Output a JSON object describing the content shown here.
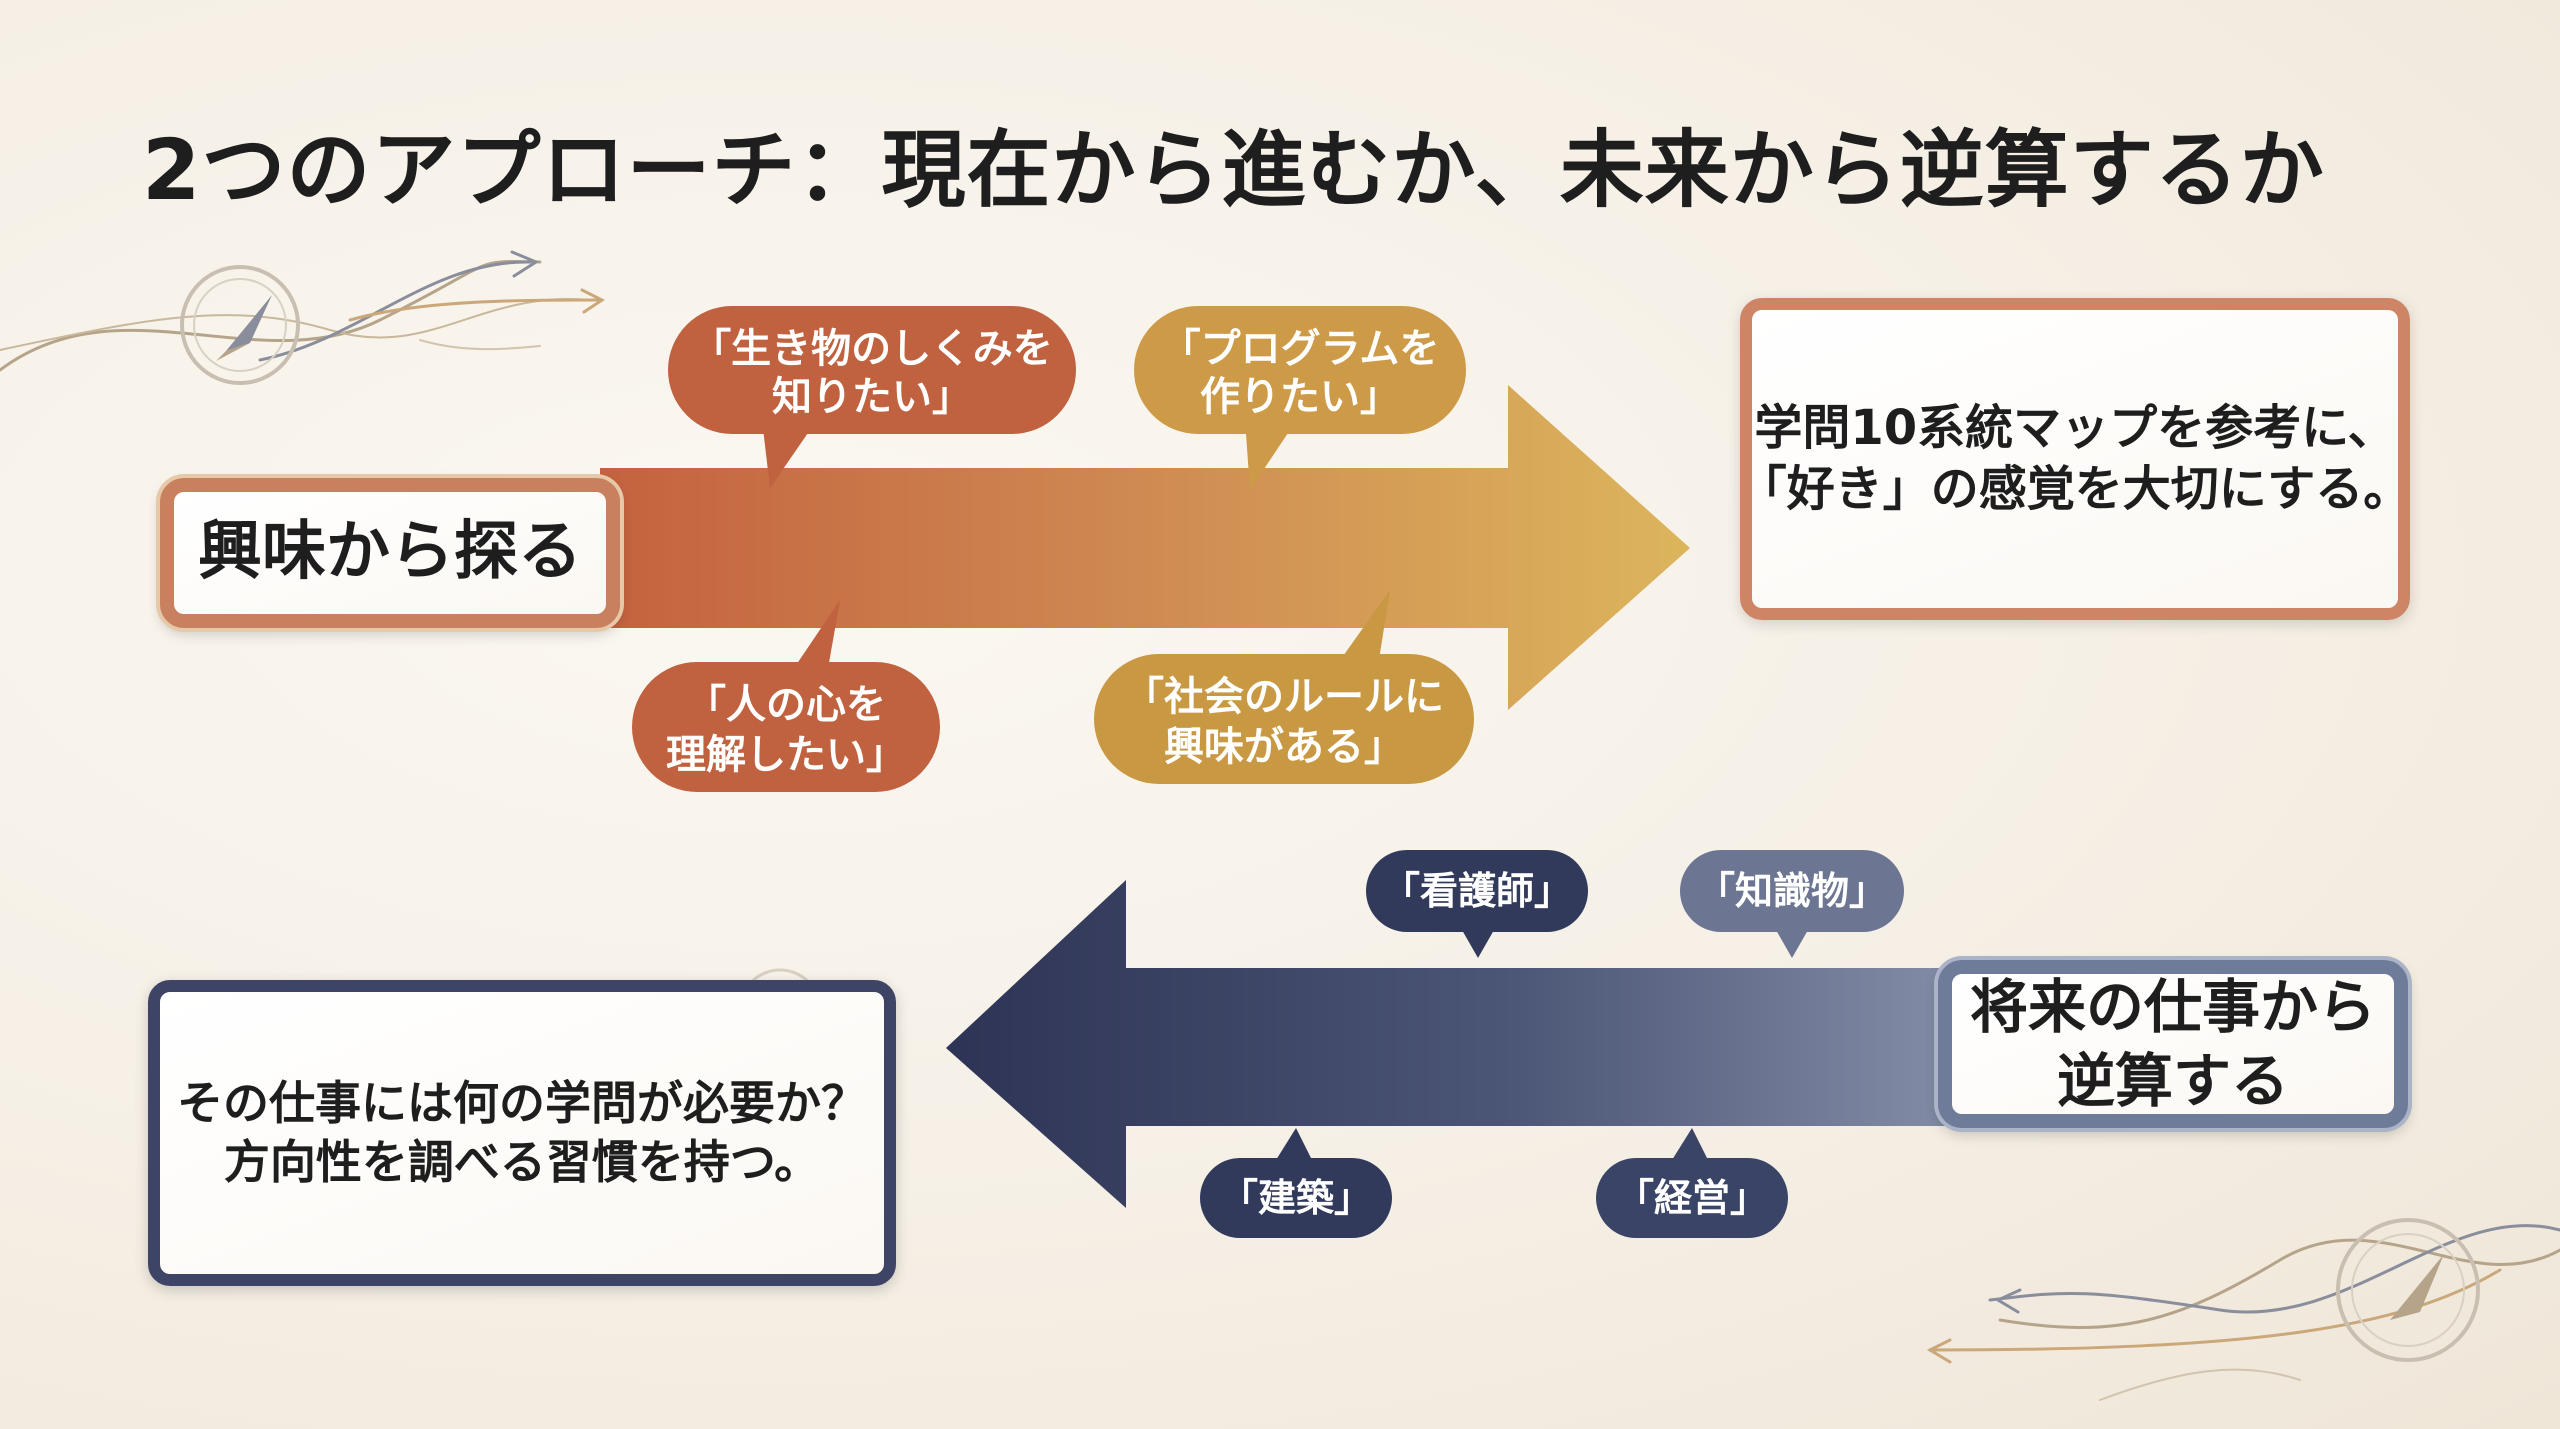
{
  "title": "2つのアプローチ：現在から進むか、未来から逆算するか",
  "interest_path": {
    "start_label": "興味から探る",
    "end_text": [
      "学問10系統マップを参考に、",
      "「好き」の感覚を大切にする。"
    ],
    "bubbles": [
      [
        "「生き物のしくみを",
        "知りたい」"
      ],
      [
        "「プログラムを",
        "作りたい」"
      ],
      [
        "「人の心を",
        "理解したい」"
      ],
      [
        "「社会のルールに",
        "興味がある」"
      ]
    ]
  },
  "future_path": {
    "start_label": [
      "将来の仕事から",
      "逆算する"
    ],
    "end_text": [
      "その仕事には何の学問が必要か？",
      "方向性を調べる習慣を持つ。"
    ],
    "bubbles": [
      "「看護師」",
      "「知識物」",
      "「建築」",
      "「経営」"
    ]
  }
}
